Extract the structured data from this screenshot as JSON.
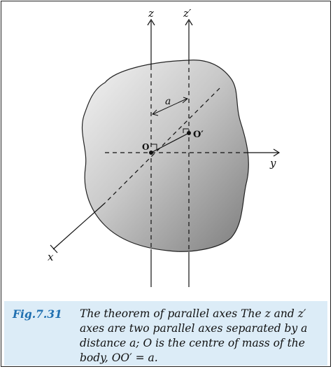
{
  "diagram": {
    "labels": {
      "z": "z",
      "z_prime": "z′",
      "y": "y",
      "x": "x",
      "a": "a",
      "O": "O",
      "O_prime": "O′"
    }
  },
  "caption": {
    "fig_label": "Fig.7.31",
    "text": "The theorem of parallel axes The z and z′ axes are two parallel axes separated  by a distance a; O is the centre of mass of the body, OO′ = a."
  },
  "colors": {
    "body_light": "#f4f4f4",
    "body_dark": "#7d7d7d",
    "caption_bg": "#dcecf7",
    "fig_label": "#1f6fb0"
  }
}
